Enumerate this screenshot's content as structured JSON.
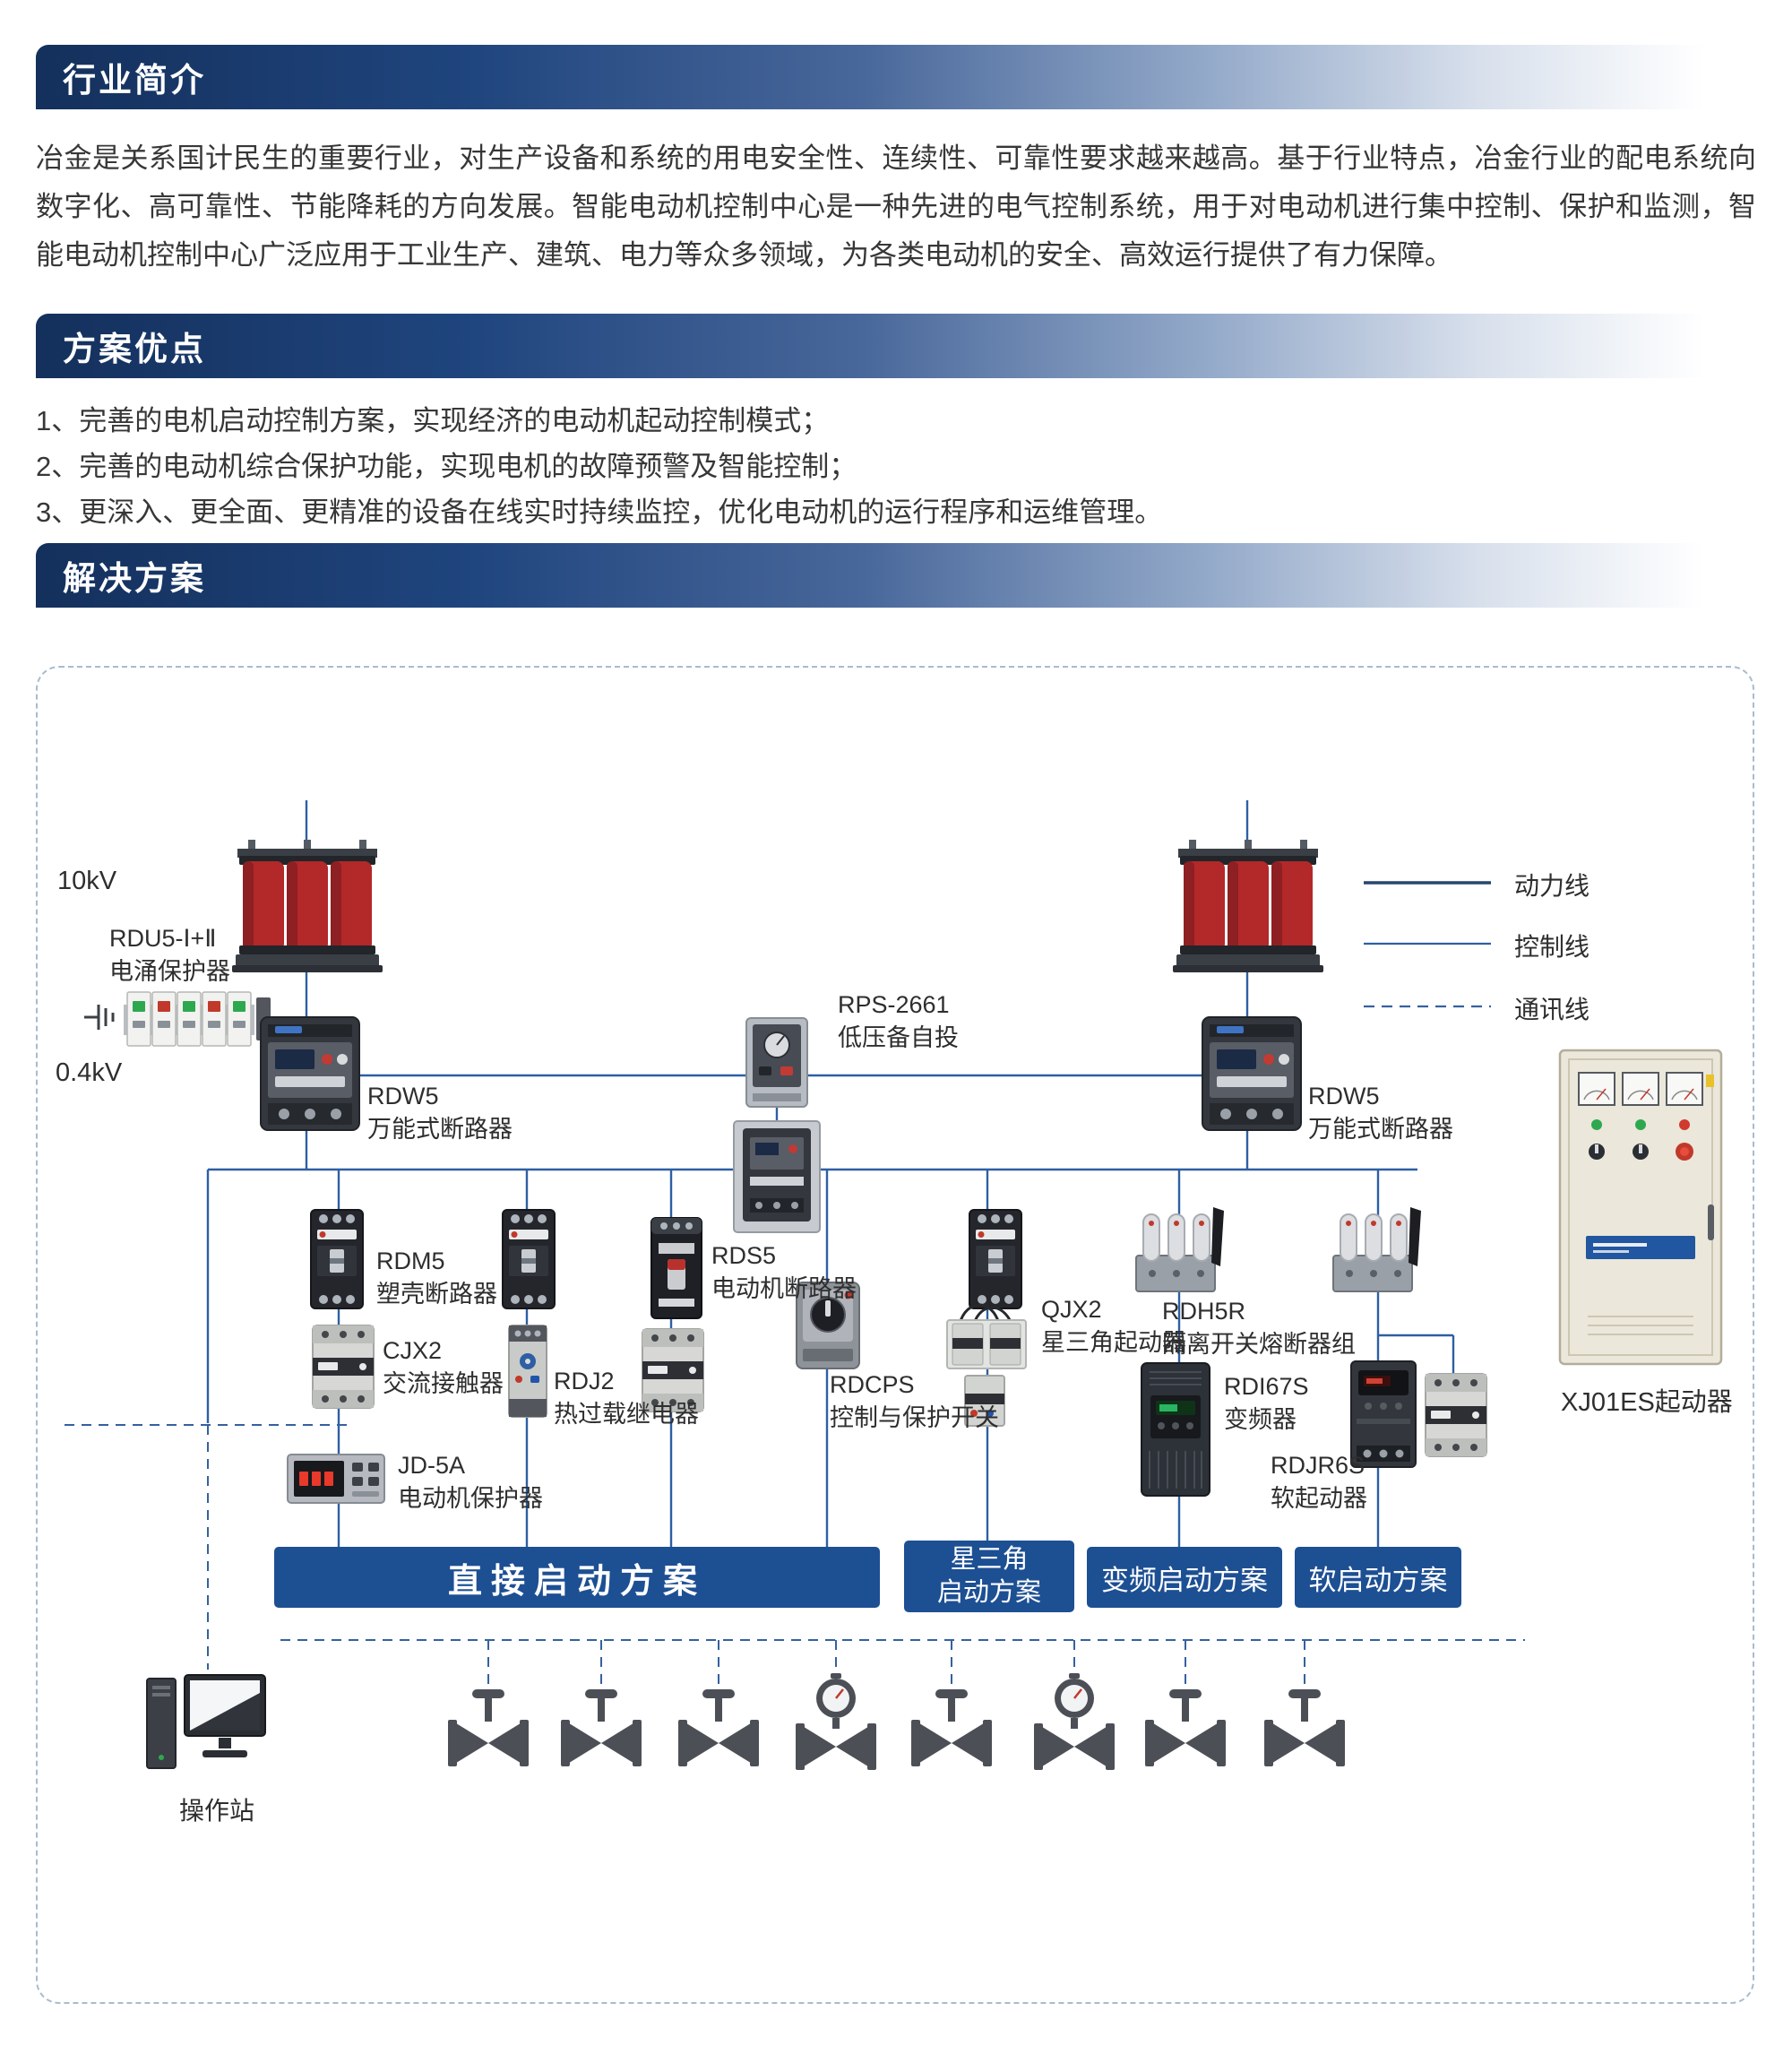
{
  "colors": {
    "banner_gradient_start": "#14305c",
    "banner_gradient_end": "#ffffff",
    "scheme_button_blue": "#1d4f93",
    "diagram_line_blue": "#2e5fa3",
    "comm_line_blue": "#35619f",
    "transformer_red": "#b32829",
    "dashed_border": "#a8bccd"
  },
  "sections": {
    "intro": {
      "title": "行业简介",
      "body": "冶金是关系国计民生的重要行业，对生产设备和系统的用电安全性、连续性、可靠性要求越来越高。基于行业特点，冶金行业的配电系统向数字化、高可靠性、节能降耗的方向发展。智能电动机控制中心是一种先进的电气控制系统，用于对电动机进行集中控制、保护和监测，智能电动机控制中心广泛应用于工业生产、建筑、电力等众多领域，为各类电动机的安全、高效运行提供了有力保障。"
    },
    "advantages": {
      "title": "方案优点",
      "items": [
        "1、完善的电机启动控制方案，实现经济的电动机起动控制模式；",
        "2、完善的电动机综合保护功能，实现电机的故障预警及智能控制；",
        "3、更深入、更全面、更精准的设备在线实时持续监控，优化电动机的运行程序和运维管理。"
      ]
    },
    "solution": {
      "title": "解决方案"
    }
  },
  "diagram": {
    "voltage_high": "10kV",
    "voltage_low": "0.4kV",
    "legend": [
      {
        "label": "动力线",
        "style": "solid-thick"
      },
      {
        "label": "控制线",
        "style": "solid"
      },
      {
        "label": "通讯线",
        "style": "dashed"
      }
    ],
    "labels": {
      "rdu5": {
        "code": "RDU5-Ⅰ+Ⅱ",
        "desc": "电涌保护器"
      },
      "rdw5_left": {
        "code": "RDW5",
        "desc": "万能式断路器"
      },
      "rps": {
        "code": "RPS-2661",
        "desc": "低压备自投"
      },
      "rdw5_right": {
        "code": "RDW5",
        "desc": "万能式断路器"
      },
      "rdm5": {
        "code": "RDM5",
        "desc": "塑壳断路器"
      },
      "cjx2": {
        "code": "CJX2",
        "desc": "交流接触器"
      },
      "rdj2": {
        "code": "RDJ2",
        "desc": "热过载继电器"
      },
      "rds5": {
        "code": "RDS5",
        "desc": "电动机断路器"
      },
      "rdcps": {
        "code": "RDCPS",
        "desc": "控制与保护开关"
      },
      "qjx2": {
        "code": "QJX2",
        "desc": "星三角起动器"
      },
      "rdh5r": {
        "code": "RDH5R",
        "desc": "隔离开关熔断器组"
      },
      "rdi67s": {
        "code": "RDI67S",
        "desc": "变频器"
      },
      "rdjr6s": {
        "code": "RDJR6S",
        "desc": "软起动器"
      },
      "jd5a": {
        "code": "JD-5A",
        "desc": "电动机保护器"
      },
      "cabinet": "XJ01ES起动器",
      "station": "操作站"
    },
    "schemes": {
      "direct": "直接启动方案",
      "star_line1": "星三角",
      "star_line2": "启动方案",
      "vfd": "变频启动方案",
      "soft": "软启动方案"
    }
  }
}
